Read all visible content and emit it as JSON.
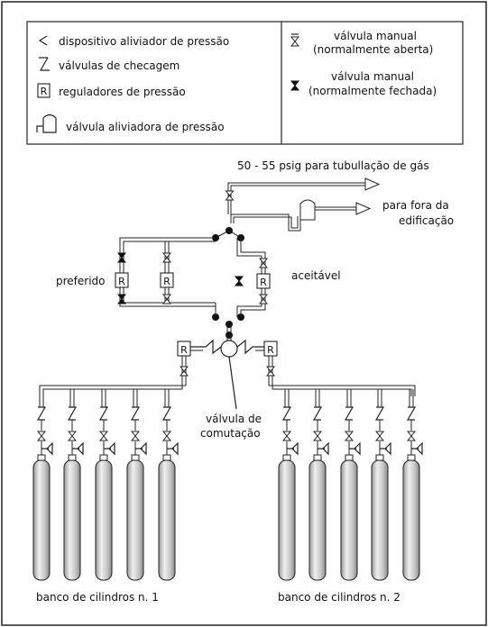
{
  "legend": {
    "relief_device": "dispositivo aliviador  de pressão",
    "check_valves": "válvulas de checagem",
    "pressure_regulators": "reguladores de pressão",
    "relief_valve": "válvula aliviadora de pressão",
    "manual_open_line1": "válvula manual",
    "manual_open_line2": "(normalmente aberta)",
    "manual_closed_line1": "válvula manual",
    "manual_closed_line2": "(normalmente fechada)",
    "regulator_letter": "R"
  },
  "diagram": {
    "outlet_label": "50 - 55 psig para tubullação de gás",
    "outside_line1": "para fora da",
    "outside_line2": "edificação",
    "preferred": "preferido",
    "acceptable": "aceitável",
    "switch_valve_line1": "válvula de",
    "switch_valve_line2": "comutação",
    "bank1": "banco de cilindros  n. 1",
    "bank2": "banco de cilindros  n. 2",
    "regulator_letter": "R"
  },
  "colors": {
    "ink": "#222222",
    "cylinder_light": "#efefef",
    "cylinder_dark": "#9a9a9a"
  }
}
